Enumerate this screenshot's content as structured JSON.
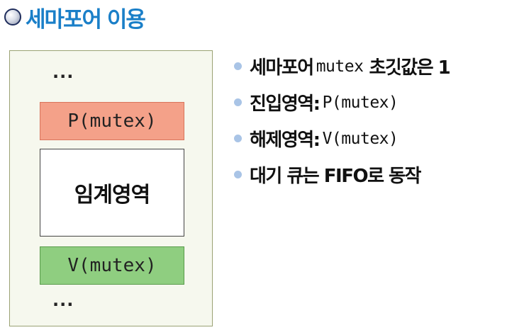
{
  "title": "세마포어 이용",
  "diagram": {
    "ellipsis_top": "...",
    "p_box": "P(mutex)",
    "critical_section": "임계영역",
    "v_box": "V(mutex)",
    "ellipsis_bottom": "..."
  },
  "bullets": [
    {
      "text_before": "세마포어",
      "code": "mutex",
      "text_after": "초깃값은 1"
    },
    {
      "text_before": "진입영역:",
      "code": "P(mutex)",
      "text_after": ""
    },
    {
      "text_before": "해제영역:",
      "code": "V(mutex)",
      "text_after": ""
    },
    {
      "text_before": "대기 큐는 FIFO로 동작",
      "code": "",
      "text_after": ""
    }
  ],
  "colors": {
    "title": "#1a7fc8",
    "p_box": "#f4a189",
    "v_box": "#8fce80",
    "panel": "#f6f8ee",
    "bullet": "#a9c4e6"
  }
}
